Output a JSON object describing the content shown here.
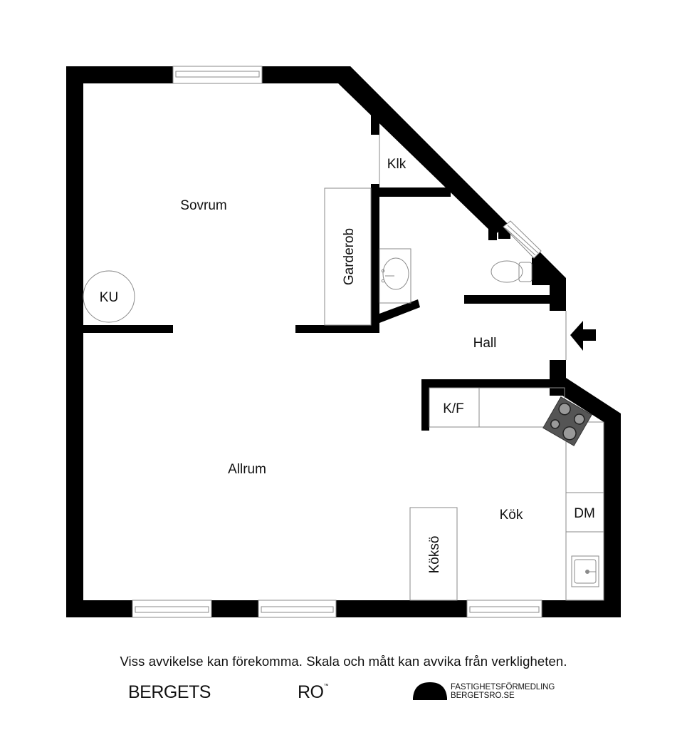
{
  "floor_plan": {
    "rooms": [
      {
        "id": "sovrum",
        "label": "Sovrum"
      },
      {
        "id": "klk",
        "label": "Klk"
      },
      {
        "id": "garderob",
        "label": "Garderob"
      },
      {
        "id": "ku",
        "label": "KU"
      },
      {
        "id": "hall",
        "label": "Hall"
      },
      {
        "id": "allrum",
        "label": "Allrum"
      },
      {
        "id": "kf",
        "label": "K/F"
      },
      {
        "id": "kok",
        "label": "Kök"
      },
      {
        "id": "dm",
        "label": "DM"
      },
      {
        "id": "kokso",
        "label": "Köksö"
      }
    ],
    "fixtures": [
      "wash-basin",
      "toilet",
      "stove",
      "kitchen-sink",
      "entrance-arrow"
    ],
    "colors": {
      "wall": "#000000",
      "fixture_line": "#8a8a8a",
      "stove": "#555555"
    }
  },
  "footer": {
    "disclaimer": "Viss avvikelse kan förekomma. Skala och mått kan avvika från verkligheten.",
    "brand_left": "BERGETS",
    "brand_right": "RO",
    "brand_tm": "™",
    "agency_line1": "FASTIGHETSFÖRMEDLING",
    "agency_line2": "BERGETSRO.SE"
  }
}
